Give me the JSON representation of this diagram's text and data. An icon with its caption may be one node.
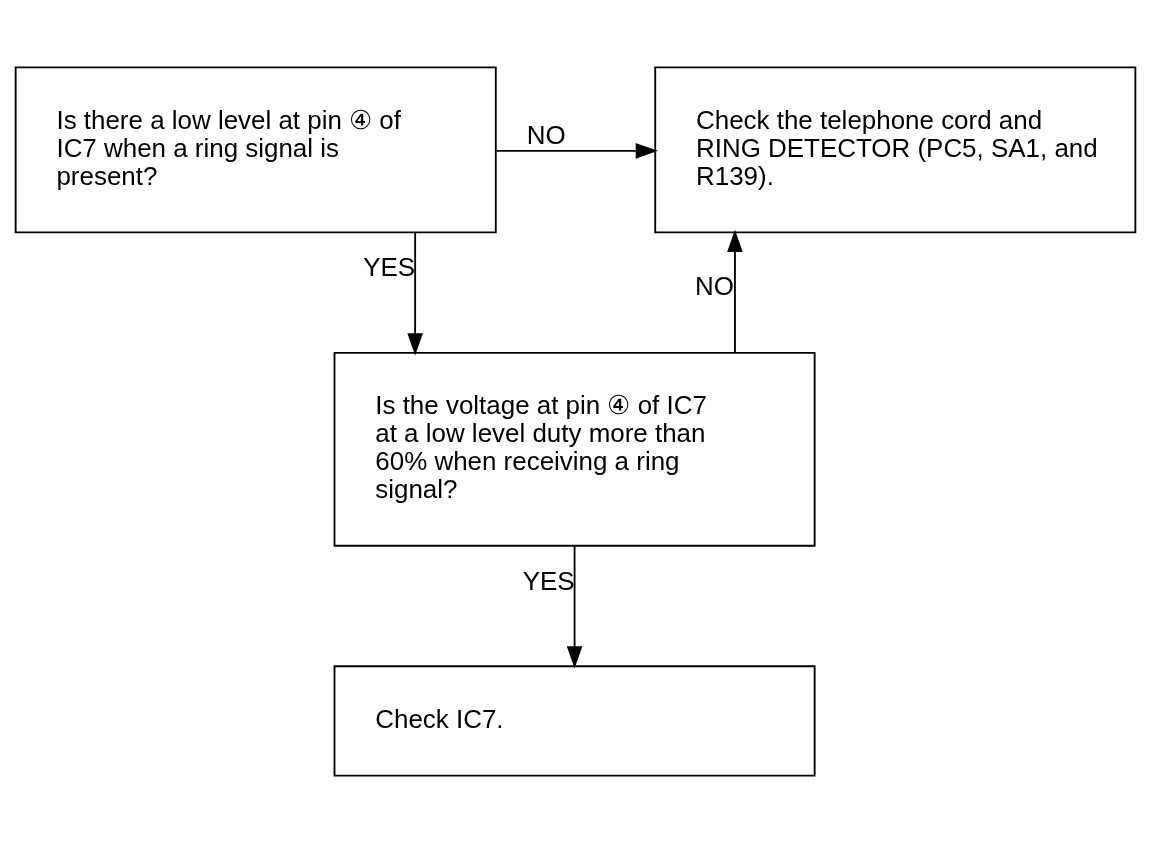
{
  "diagram": {
    "nodes": [
      {
        "text": [
          "Is there a low level at pin ④ of IC7 when a ring signal is present?"
        ]
      },
      {
        "text": [
          "Check the telephone cord and RING DETECTOR (PC5, SA1, and R139)."
        ]
      },
      {
        "text": [
          "Is the voltage at pin ④ of IC7 at a low level duty more than 60% when receiving a ring signal?"
        ]
      },
      {
        "text": [
          "Check IC7."
        ]
      }
    ],
    "edges": [
      {
        "from": 0,
        "to": 1,
        "arrow": "to",
        "label": "NO"
      },
      {
        "from": 0,
        "to": 2,
        "arrow": "to",
        "label": "YES"
      },
      {
        "from": 2,
        "to": 1,
        "arrow": "to",
        "label": "NO"
      },
      {
        "from": 2,
        "to": 3,
        "arrow": "to",
        "label": "YES"
      }
    ]
  }
}
